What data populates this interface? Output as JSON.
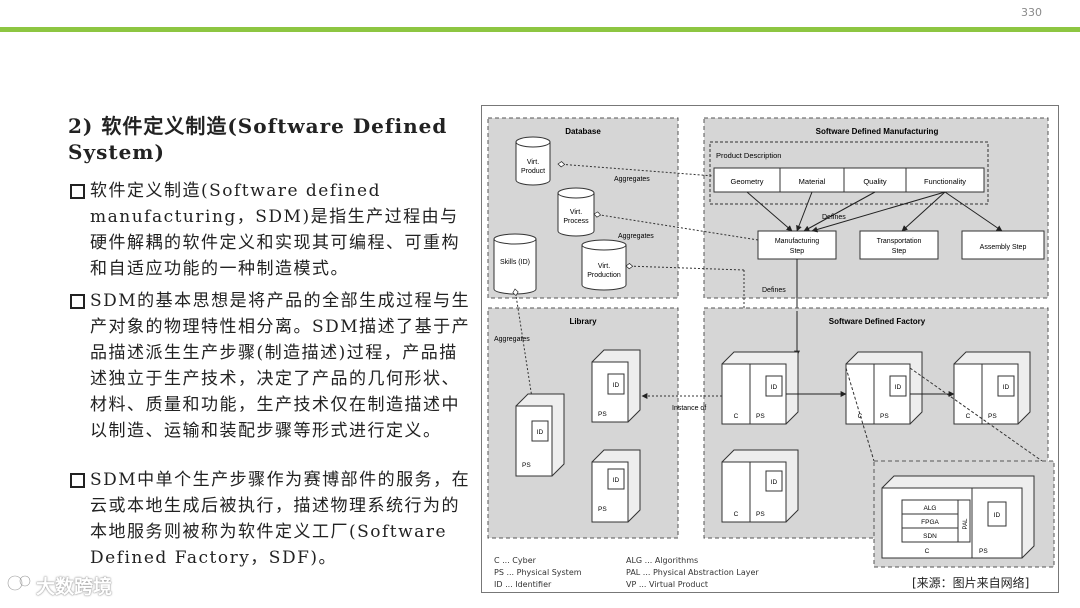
{
  "page_number": "330",
  "heading": "2) 软件定义制造(Software Defined System)",
  "bullets": [
    "软件定义制造(Software defined manufacturing，SDM)是指生产过程由与硬件解耦的软件定义和实现其可编程、可重构和自适应功能的一种制造模式。",
    "SDM的基本思想是将产品的全部生成过程与生产对象的物理特性相分离。SDM描述了基于产品描述派生生产步骤(制造描述)过程，产品描述独立于生产技术，决定了产品的几何形状、材料、质量和功能，生产技术仅在制造描述中以制造、运输和装配步骤等形式进行定义。",
    "SDM中单个生产步骤作为赛博部件的服务，在云或本地生成后被执行，描述物理系统行为的本地服务则被称为软件定义工厂(Software Defined Factory，SDF)。"
  ],
  "watermark": "大数跨境",
  "source_note": "[来源：图片来自网络]",
  "diagram": {
    "database": {
      "title": "Database",
      "virt_product": [
        "Virt.",
        "Product"
      ],
      "virt_process": [
        "Virt.",
        "Process"
      ],
      "skills": "Skills (ID)",
      "virt_production": [
        "Virt.",
        "Production"
      ],
      "aggregates_1": "Aggregates",
      "aggregates_2": "Aggregates"
    },
    "sdm": {
      "title": "Software Defined Manufacturing",
      "product_description": "Product Description",
      "attributes": [
        "Geometry",
        "Material",
        "Quality",
        "Functionality"
      ],
      "defines_1": "Defines",
      "steps": [
        [
          "Manufacturing",
          "Step"
        ],
        [
          "Transportation",
          "Step"
        ],
        [
          "Assembly Step"
        ]
      ]
    },
    "defines_2": "Defines",
    "library": {
      "title": "Library",
      "aggregates": "Aggregates",
      "id": "ID",
      "ps": "PS"
    },
    "sdf": {
      "title": "Software Defined Factory",
      "c": "C",
      "ps": "PS",
      "id": "ID",
      "instance_of": "Instance of"
    },
    "detail": {
      "alg": "ALG",
      "fpga": "FPGA",
      "sdn": "SDN",
      "pal": "PAL",
      "c": "C",
      "id": "ID",
      "ps": "PS"
    },
    "legend": [
      "C ... Cyber",
      "PS ... Physical System",
      "ID ... Identifier",
      "ALG ... Algorithms",
      "PAL ... Physical Abstraction Layer",
      "VP ... Virtual Product"
    ]
  }
}
